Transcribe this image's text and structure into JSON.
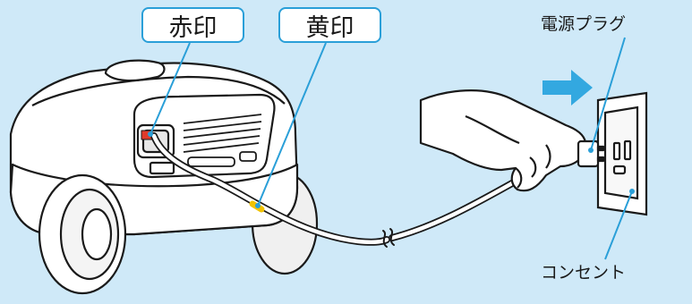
{
  "labels": {
    "red_mark": "赤印",
    "yellow_mark": "黄印",
    "power_plug": "電源プラグ",
    "outlet": "コンセント"
  },
  "colors": {
    "background": "#cfe9f8",
    "accent_blue": "#2a9fd8",
    "arrow": "#33a8e0",
    "red_mark": "#e03a2a",
    "yellow_mark": "#f2c200"
  }
}
